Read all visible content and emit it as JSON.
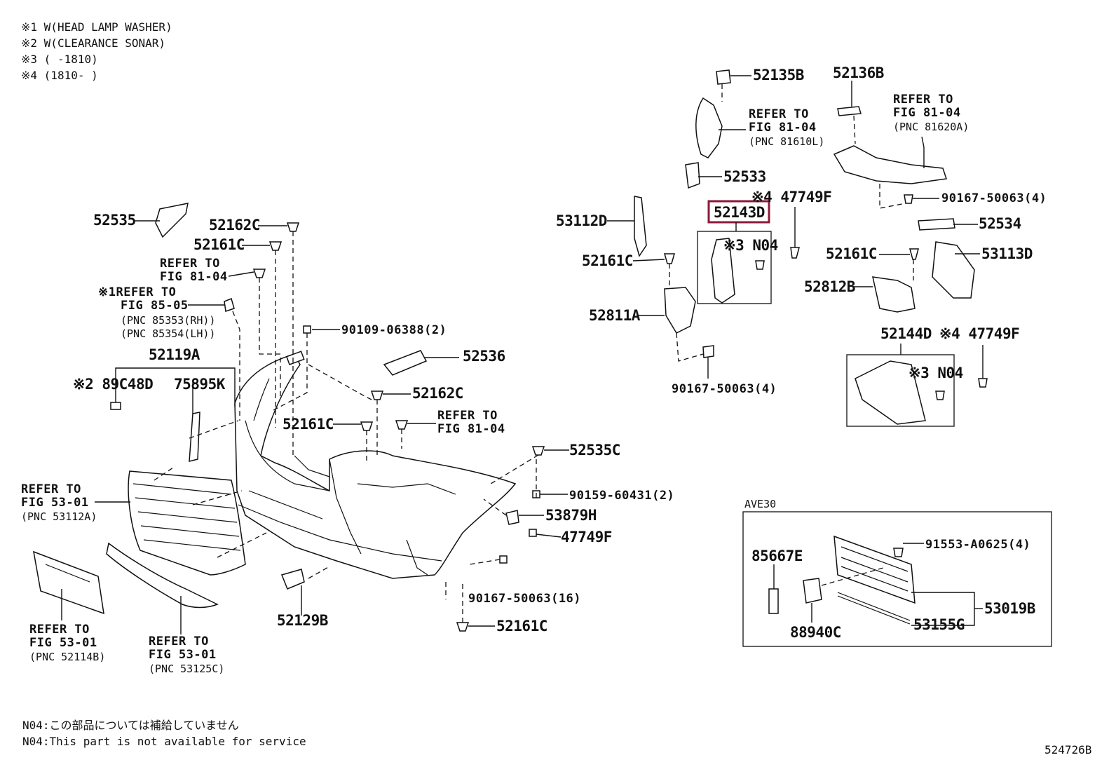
{
  "notes": [
    "※1 W(HEAD LAMP WASHER)",
    "※2 W(CLEARANCE SONAR)",
    "※3 (     -1810)",
    "※4 (1810-     )"
  ],
  "footnotes": [
    "N04:この部品については補給していません",
    "N04:This part is not available for service"
  ],
  "figure_id": "524726B",
  "highlight": {
    "part_number": "52143D",
    "color": "#8b1a3a"
  },
  "labels": {
    "p52535": "52535",
    "p52162c_a": "52162C",
    "p52161c_a": "52161C",
    "ref_a_1": "REFER TO",
    "ref_a_2": "FIG 81-04",
    "ref_b_0": "※1REFER TO",
    "ref_b_2": "FIG 85-05",
    "ref_b_3": "(PNC 85353(RH))",
    "ref_b_4": "(PNC 85354(LH))",
    "p90109": "90109-06388(2)",
    "p52119a": "52119A",
    "p89c48d": "※2 89C48D",
    "p75895k": "75895K",
    "p52536": "52536",
    "p52162c_b": "52162C",
    "p52161c_b": "52161C",
    "ref_c_1": "REFER TO",
    "ref_c_2": "FIG 81-04",
    "p52535c": "52535C",
    "p90159": "90159-60431(2)",
    "p53879h": "53879H",
    "p47749f_a": "47749F",
    "ref_d_1": "REFER TO",
    "ref_d_2": "FIG 53-01",
    "ref_d_3": "(PNC 53112A)",
    "ref_e_1": "REFER TO",
    "ref_e_2": "FIG 53-01",
    "ref_e_3": "(PNC 52114B)",
    "ref_f_1": "REFER TO",
    "ref_f_2": "FIG 53-01",
    "ref_f_3": "(PNC 53125C)",
    "p52129b": "52129B",
    "p90167_16": "90167-50063(16)",
    "p52161c_c": "52161C",
    "p52135b": "52135B",
    "p52136b": "52136B",
    "ref_g_1": "REFER TO",
    "ref_g_2": "FIG 81-04",
    "ref_g_3": "(PNC 81610L)",
    "ref_h_1": "REFER TO",
    "ref_h_2": "FIG 81-04",
    "ref_h_3": "(PNC 81620A)",
    "p52533": "52533",
    "p47749f_b": "※4 47749F",
    "p90167_4a": "90167-50063(4)",
    "p53112d": "53112D",
    "p52143d": "52143D",
    "p52534": "52534",
    "pn04_a": "※3 N04",
    "p52161c_d": "52161C",
    "p52161c_e": "52161C",
    "p53113d": "53113D",
    "p52812b": "52812B",
    "p52811a": "52811A",
    "p52144d": "52144D",
    "p47749f_c": "※4 47749F",
    "pn04_b": "※3 N04",
    "p90167_4b": "90167-50063(4)",
    "ave30": "AVE30",
    "p85667e": "85667E",
    "p91553": "91553-A0625(4)",
    "p53019b": "53019B",
    "p88940c": "88940C",
    "p53155g": "53155G"
  }
}
